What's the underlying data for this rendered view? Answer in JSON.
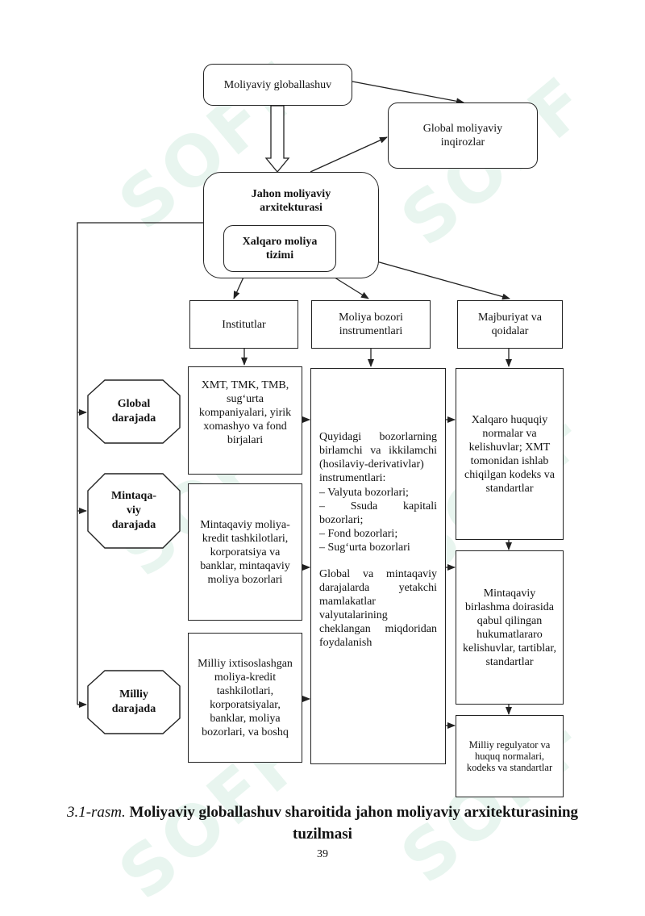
{
  "watermark": {
    "text": "SOFF",
    "color": "#2ea86a"
  },
  "boxes": {
    "globalization": "Moliyaviy globallashuv",
    "crises": "Global moliyaviy inqirozlar",
    "architecture": "Jahon moliyaviy arxitekturasi",
    "system": "Xalqaro moliya tizimi",
    "institutions": "Institutlar",
    "instruments": "Moliya bozori instrumentlari",
    "obligations": "Majburiyat va qoidalar"
  },
  "levels": {
    "global": "Global darajada",
    "regional": "Mintaqa-viy darajada",
    "national": "Milliy darajada"
  },
  "institutions": {
    "global": "XMT, TMK, TMB, sug‘urta kompaniyalari, yirik xomashyo va fond birjalari",
    "regional": "Mintaqaviy moliya-kredit tashkilotlari, korporatsiya va banklar, mintaqaviy moliya bozorlari",
    "national": "Milliy ixtisoslashgan moliya-kredit tashkilotlari, korporatsiyalar, banklar, moliya bozorlari, va boshq"
  },
  "instruments_text": {
    "intro": "Quyidagi bozorlarning birlamchi va ikkilamchi (hosilaviy-derivativlar) instrumentlari:",
    "items": [
      "– Valyuta bozorlari;",
      "– Ssuda kapitali bozorlari;",
      "– Fond bozorlari;",
      "– Sug‘urta bozorlari"
    ],
    "outro": "Global va mintaqaviy darajalarda yetakchi mamlakatlar valyutalarining cheklangan miqdoridan foydalanish"
  },
  "rules": {
    "global": "Xalqaro huquqiy normalar va kelishuvlar; XMT tomonidan ishlab chiqilgan kodeks va standartlar",
    "regional": "Mintaqaviy birlashma doirasida qabul qilingan hukumatlararo kelishuvlar, tartiblar, standartlar",
    "national": "Milliy regulyator va huquq normalari, kodeks va standartlar"
  },
  "caption": {
    "number": "3.1-rasm.",
    "title": "Moliyaviy globallashuv sharoitida jahon moliyaviy arxitekturasining tuzilmasi"
  },
  "page_number": "39"
}
